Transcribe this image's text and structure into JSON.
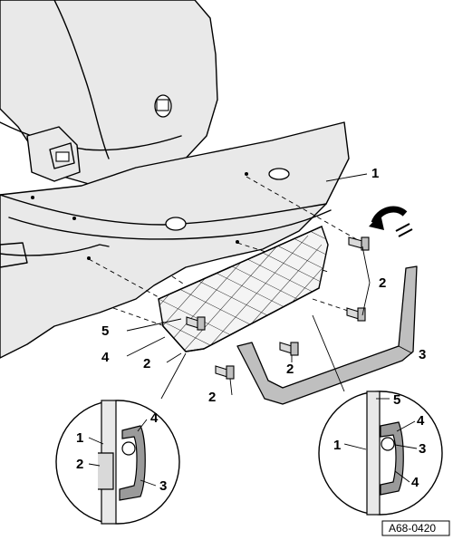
{
  "figure_id": "A68-0420",
  "callouts": {
    "c1": "1",
    "c2a": "2",
    "c2b": "2",
    "c2c": "2",
    "c2d": "2",
    "c3": "3",
    "c4": "4",
    "c5": "5",
    "d1_1": "1",
    "d1_2": "2",
    "d1_3": "3",
    "d1_4": "4",
    "d2_5": "5",
    "d2_4a": "4",
    "d2_1": "1",
    "d2_3": "3",
    "d2_4b": "4"
  }
}
